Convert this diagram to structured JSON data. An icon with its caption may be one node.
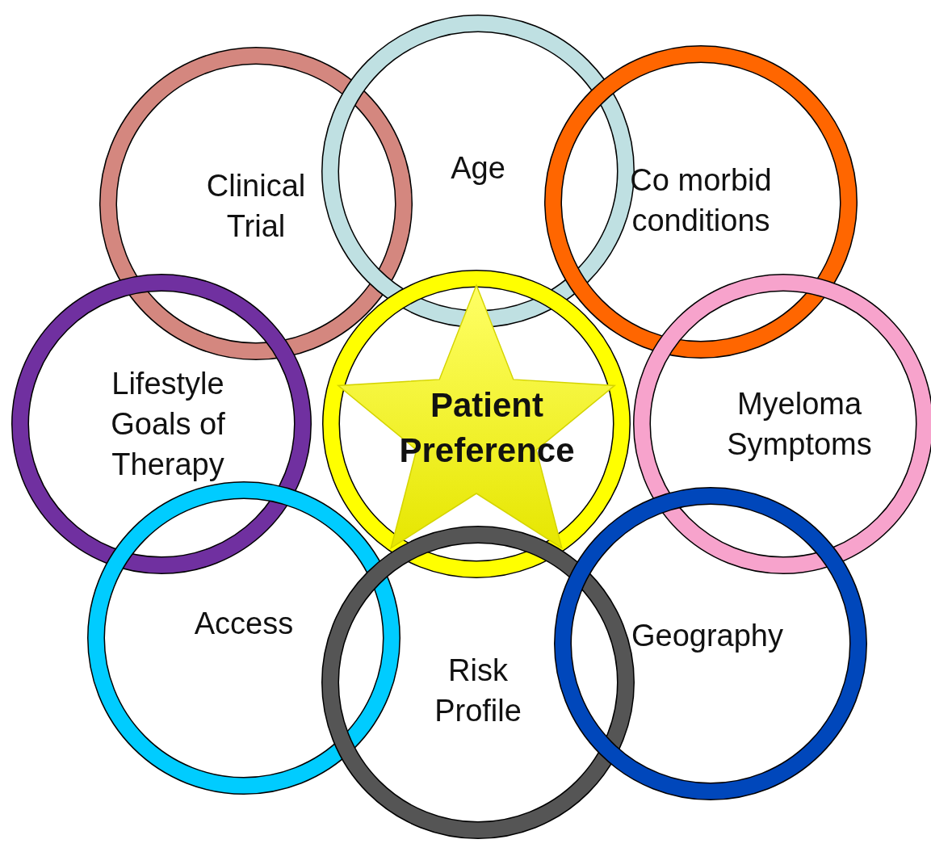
{
  "diagram": {
    "nodes": [
      {
        "text": [
          "Clinical Trial"
        ]
      },
      {
        "text": [
          "Age"
        ]
      },
      {
        "text": [
          "Co morbid conditions"
        ]
      },
      {
        "text": [
          "Lifestyle Goals of Therapy"
        ]
      },
      {
        "text": [
          "Patient Preference"
        ]
      },
      {
        "text": [
          "Myeloma Symptoms"
        ]
      },
      {
        "text": [
          "Access"
        ]
      },
      {
        "text": [
          "Risk Profile"
        ]
      },
      {
        "text": [
          "Geography"
        ]
      }
    ],
    "edges": []
  }
}
